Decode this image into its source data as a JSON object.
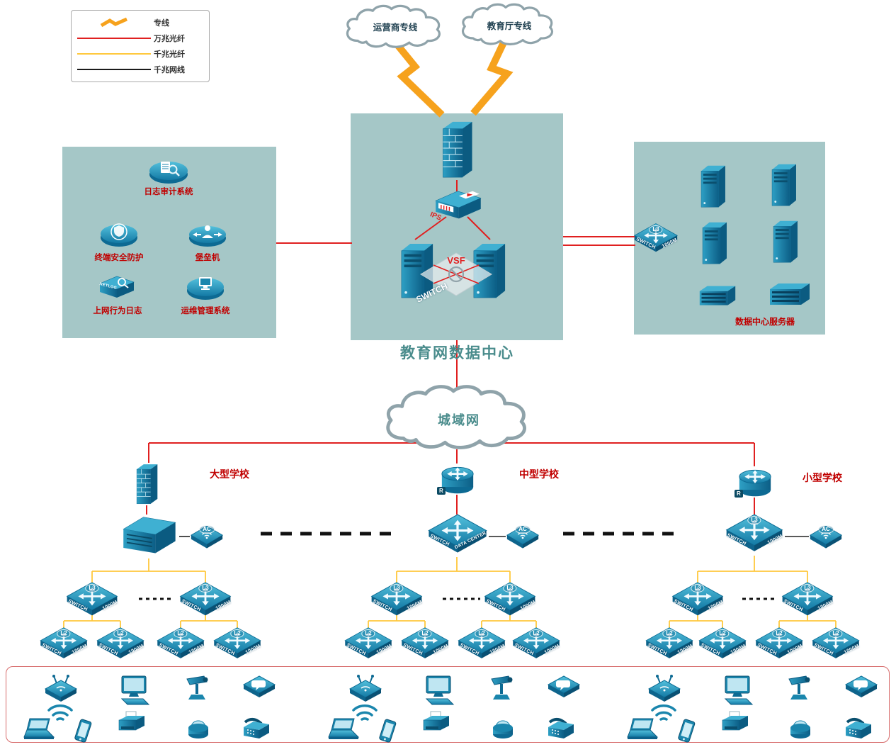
{
  "legend": {
    "items": [
      {
        "label": "专线",
        "color": "#f6a21d"
      },
      {
        "label": "万兆光纤",
        "color": "#e02020"
      },
      {
        "label": "千兆光纤",
        "color": "#ffc83d"
      },
      {
        "label": "千兆网线",
        "color": "#1a1a1a"
      }
    ]
  },
  "clouds": {
    "carrier": "运营商专线",
    "education": "教育厅专线",
    "man": "城域网"
  },
  "datacenter": {
    "title": "教育网数据中心",
    "ips": "IPS",
    "vsf": "VSF",
    "switch": "SWITCH"
  },
  "security_panel": {
    "log_audit": "日志审计系统",
    "terminal_security": "终端安全防护",
    "bastion": "堡垒机",
    "netlog": "NETLOG",
    "net_behavior_log": "上网行为日志",
    "ops_mgmt": "运维管理系统"
  },
  "server_panel": {
    "caption": "数据中心服务器"
  },
  "labels": {
    "l3": "L3",
    "l2": "L2",
    "switch": "SWITCH",
    "speed": "1000M",
    "ac": "AC",
    "router": "R",
    "data_center": "DATA CENTER"
  },
  "schools": {
    "large": "大型学校",
    "medium": "中型学校",
    "small": "小型学校"
  },
  "colors": {
    "line_10g": "#e02020",
    "line_1g": "#ffc83d",
    "line_cable": "#1a1a1a",
    "lightning": "#f6a21d",
    "panel_bg": "#a5c7c7",
    "device_teal": "#1a86ad",
    "accent_red": "#c00000",
    "title_teal": "#4a8c8c"
  },
  "icons": {
    "endpoint_devices": [
      "wireless-ap",
      "wifi-signal",
      "laptop",
      "smartphone",
      "desktop-computer",
      "printer",
      "cctv-camera",
      "dome-camera",
      "voice-terminal",
      "fax-phone"
    ],
    "infrastructure": [
      "firewall",
      "ips",
      "server",
      "switch",
      "router",
      "access-controller",
      "server-rack",
      "cloud",
      "lightning-bolt"
    ]
  }
}
